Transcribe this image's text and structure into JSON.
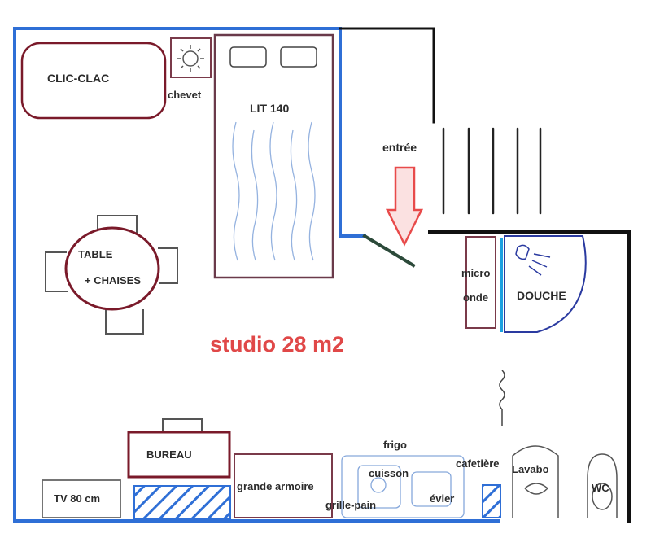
{
  "plan": {
    "title": "studio 28 m2",
    "colors": {
      "wall_blue": "#2f6fd6",
      "wall_black": "#111111",
      "furniture": "#7a1a2a",
      "label_text": "#2b2b2b",
      "title_red": "#e04848",
      "arrow_red": "#e84a4a",
      "sketch_blue": "#7a9fd8"
    },
    "labels": {
      "clic_clac": "CLIC-CLAC",
      "chevet": "chevet",
      "lit": "LIT 140",
      "entree": "entrée",
      "table_line1": "TABLE",
      "table_line2": "+ CHAISES",
      "micro_line1": "micro",
      "micro_line2": "onde",
      "douche": "DOUCHE",
      "bureau": "BUREAU",
      "tv": "TV 80 cm",
      "armoire": "grande armoire",
      "frigo": "frigo",
      "cuisson": "cuisson",
      "cafetiere": "cafetière",
      "lavabo": "Lavabo",
      "wc": "WC",
      "grille_pain": "grille-pain",
      "evier": "évier"
    }
  }
}
